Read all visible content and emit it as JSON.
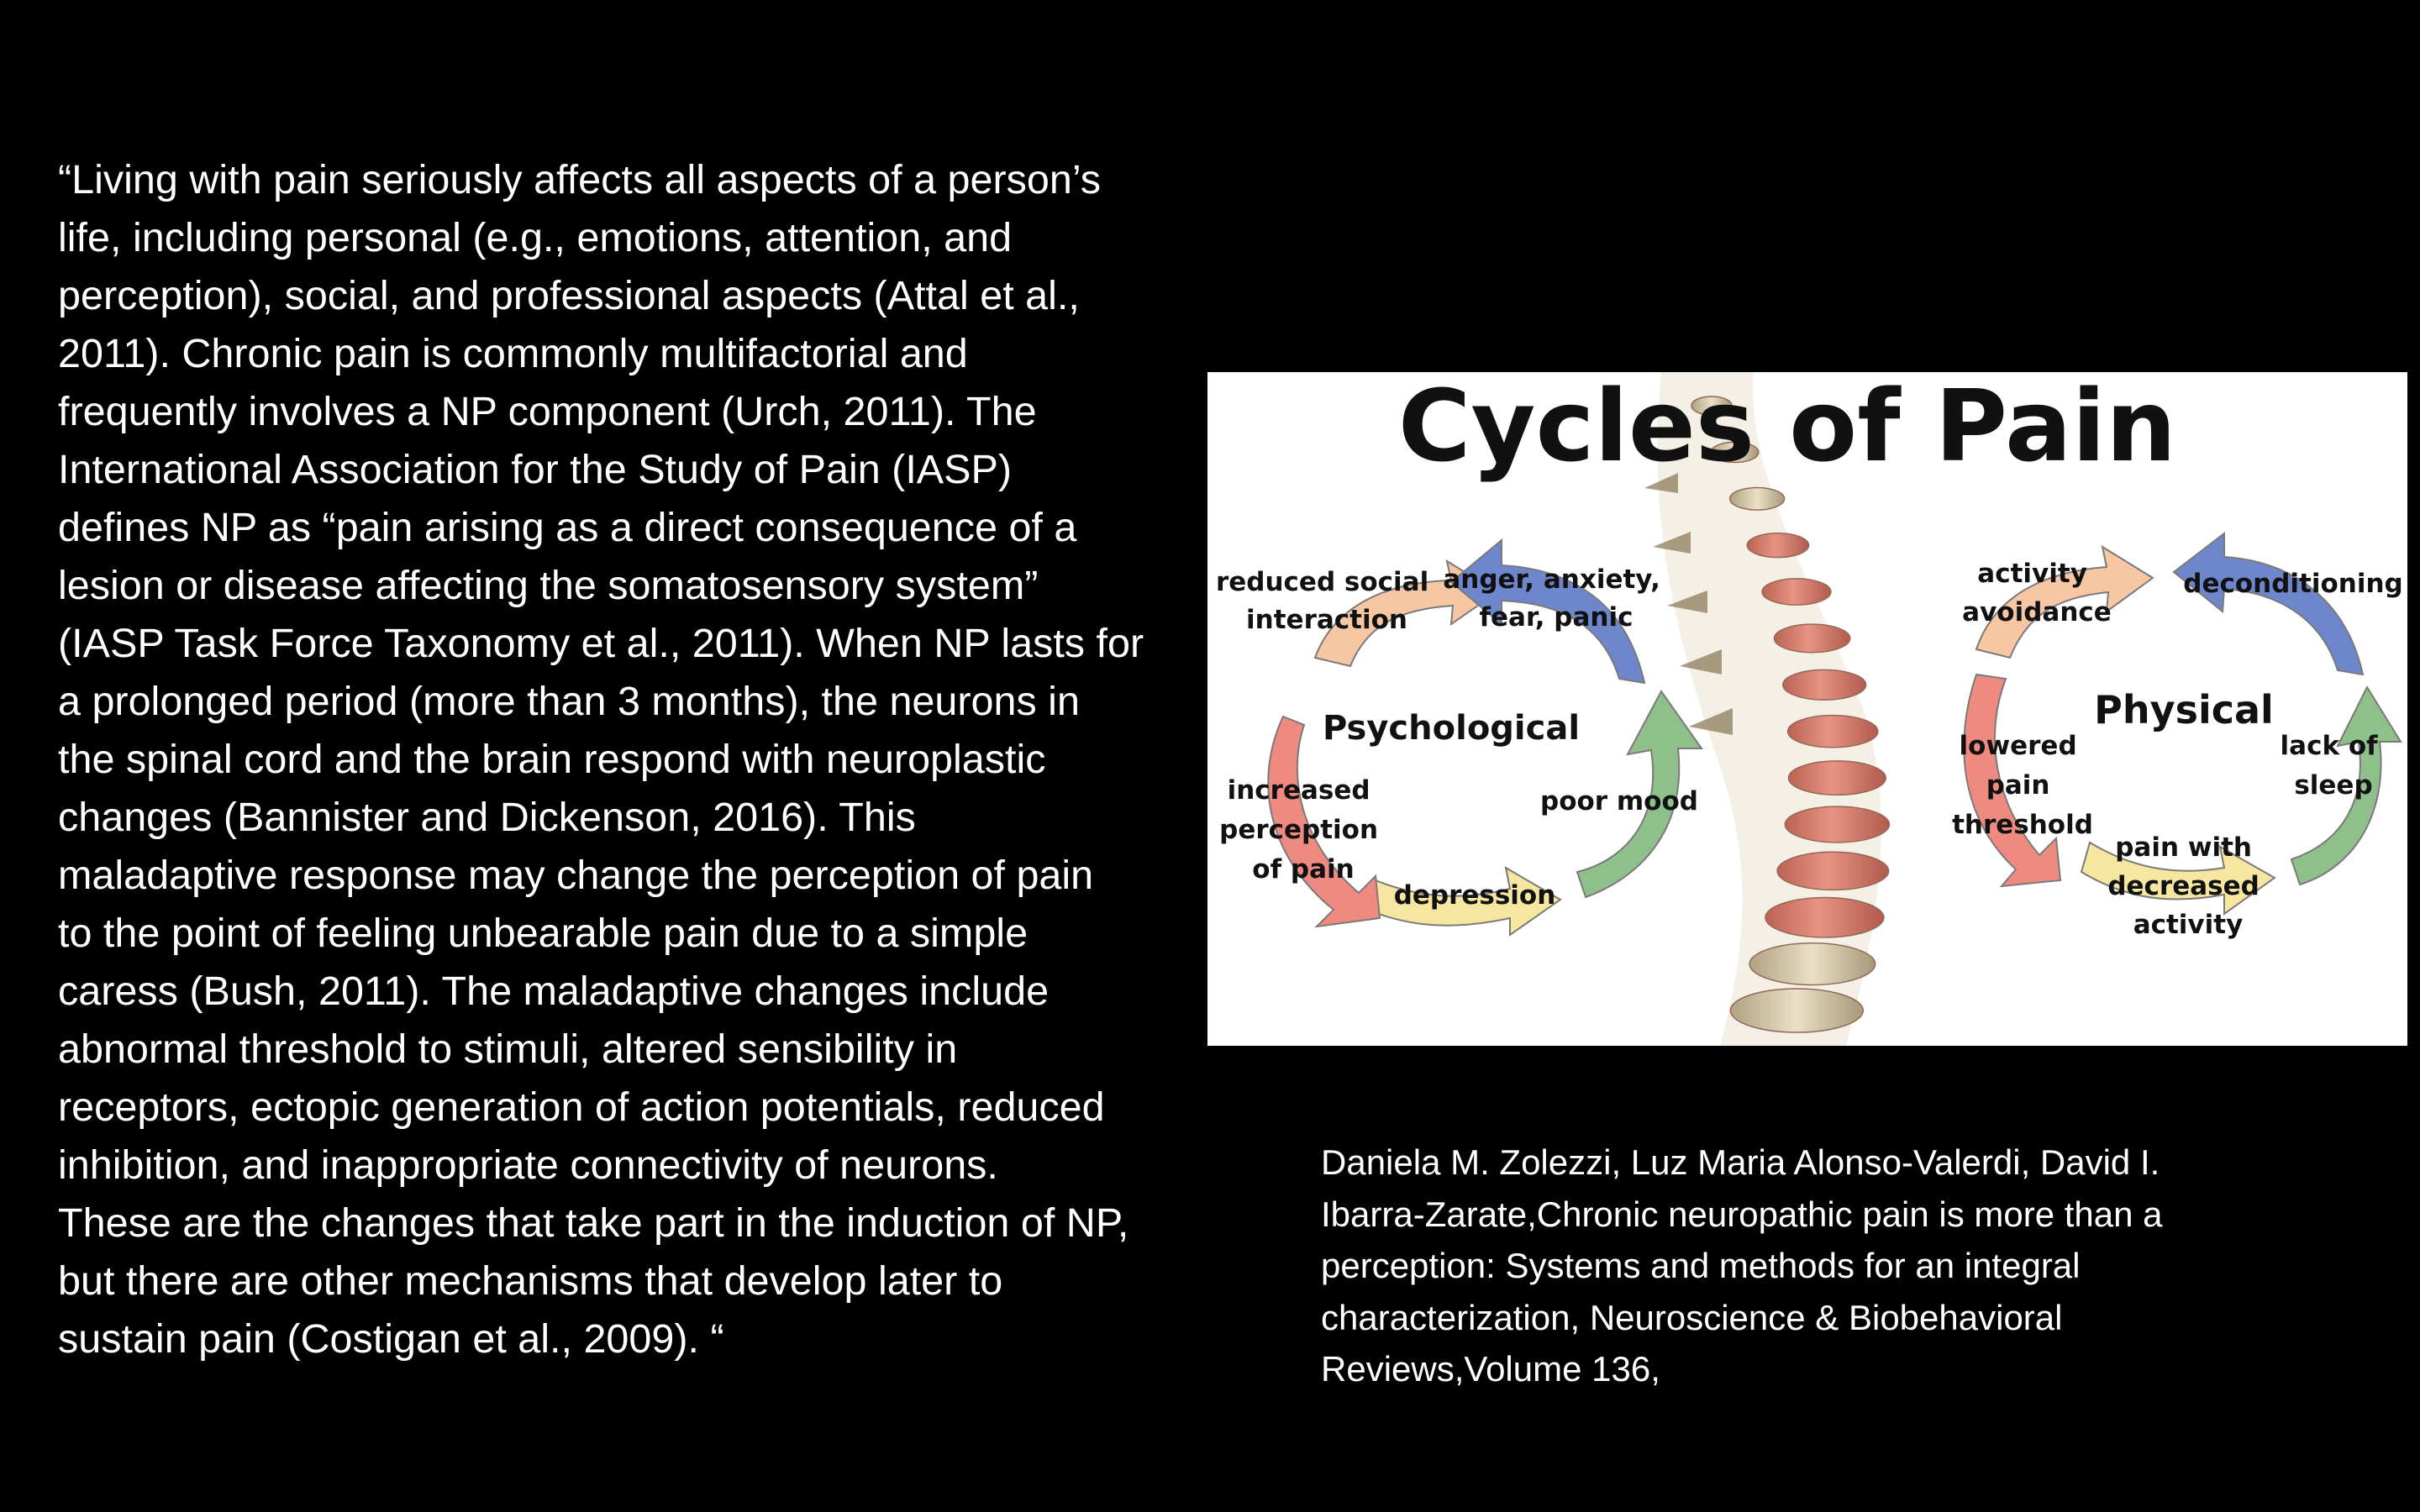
{
  "quote_lines": [
    "“Living with pain seriously affects all aspects of a person’s",
    "life, including personal (e.g., emotions, attention, and",
    "perception), social, and professional aspects (Attal et al.,",
    "2011). Chronic pain is commonly multifactorial and",
    "frequently involves a NP component (Urch, 2011). The",
    "International Association for the Study of Pain (IASP)",
    "defines NP as “pain arising as a direct consequence of a",
    "lesion or disease affecting the somatosensory system”",
    "(IASP Task Force Taxonomy et al., 2011). When NP lasts for",
    "a prolonged period (more than 3 months), the neurons in",
    "the spinal cord and the brain respond with neuroplastic",
    "changes (Bannister and Dickenson, 2016). This",
    "maladaptive response may change the perception of pain",
    "to the point of feeling unbearable pain due to a simple",
    "caress (Bush, 2011). The maladaptive changes include",
    "abnormal threshold to stimuli, altered sensibility in",
    "receptors, ectopic generation of action potentials, reduced",
    "inhibition, and inappropriate connectivity of neurons.",
    "These are the changes that take part in the induction of NP,",
    "but there are other mechanisms that develop later to",
    "sustain pain (Costigan et al., 2009). “"
  ],
  "citation_lines": [
    "Daniela M. Zolezzi, Luz Maria Alonso-Valerdi, David I.",
    "Ibarra-Zarate,Chronic neuropathic pain is more than a",
    "perception: Systems and methods for an integral",
    "characterization, Neuroscience & Biobehavioral",
    "Reviews,Volume 136,"
  ],
  "figure": {
    "title": "Cycles of Pain",
    "psychological": {
      "heading": "Psychological",
      "reduced_social": [
        "reduced social",
        "interaction"
      ],
      "anger": [
        "anger, anxiety,",
        "fear, panic"
      ],
      "poor_mood": "poor mood",
      "depression": "depression",
      "increased_perception": [
        "increased",
        "perception",
        "of pain"
      ]
    },
    "physical": {
      "heading": "Physical",
      "activity_avoidance": [
        "activity",
        "avoidance"
      ],
      "deconditioning": "deconditioning",
      "lack_of_sleep": [
        "lack of",
        "sleep"
      ],
      "pain_with_decreased": [
        "pain with",
        "decreased",
        "activity"
      ],
      "lowered_threshold": [
        "lowered",
        "pain",
        "threshold"
      ]
    },
    "colors": {
      "blue": "#6d86cc",
      "green": "#8fbf8a",
      "yellow": "#f6e6a0",
      "red": "#ef8a80",
      "peach": "#f7c7a4",
      "bone": "#d9c9a3",
      "vertebra_red": "#d9705f"
    }
  }
}
